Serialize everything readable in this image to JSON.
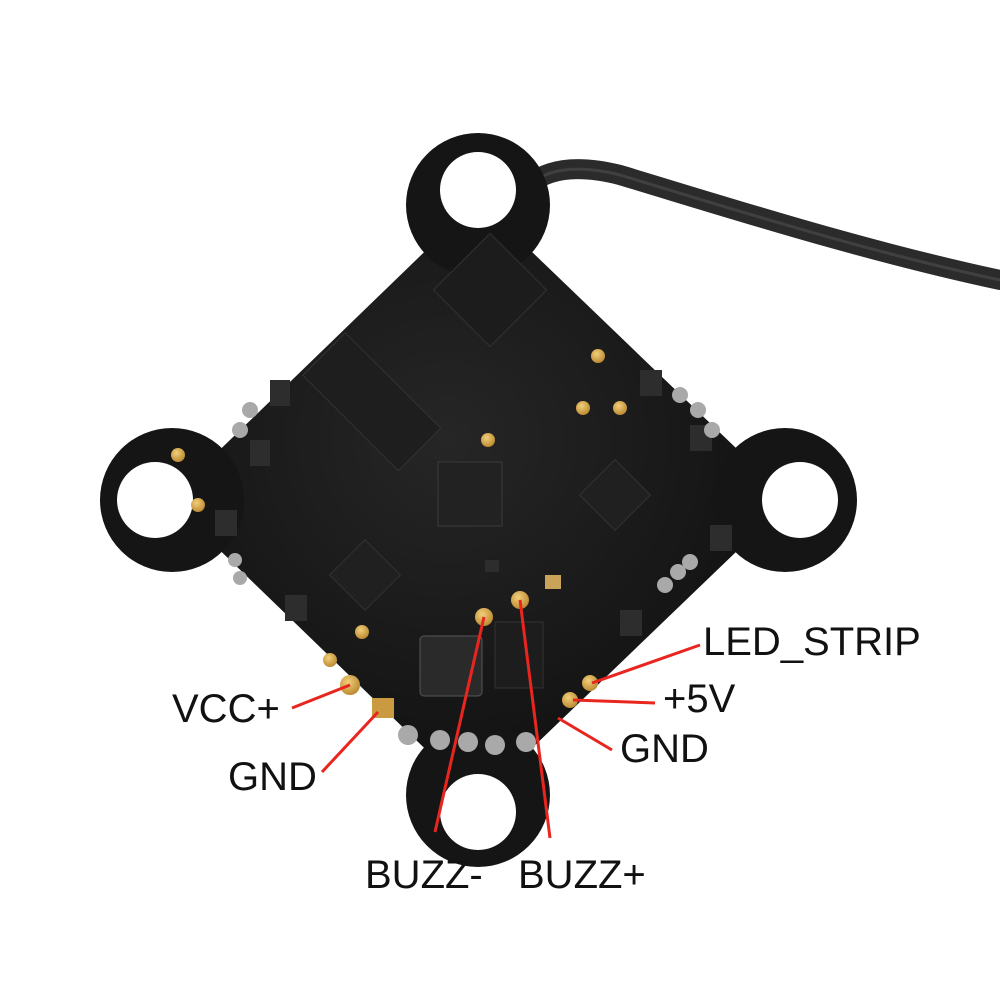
{
  "labels": {
    "vcc_plus": "VCC+",
    "gnd_left": "GND",
    "buzz_minus": "BUZZ-",
    "buzz_plus": "BUZZ+",
    "led_strip": "LED_STRIP",
    "plus_5v": "+5V",
    "gnd_right": "GND"
  },
  "colors": {
    "board": "#141414",
    "pad_gold": "#d8a84a",
    "leader_line": "#e8261f",
    "label_text": "#111111",
    "cable": "#2b2b2b"
  }
}
